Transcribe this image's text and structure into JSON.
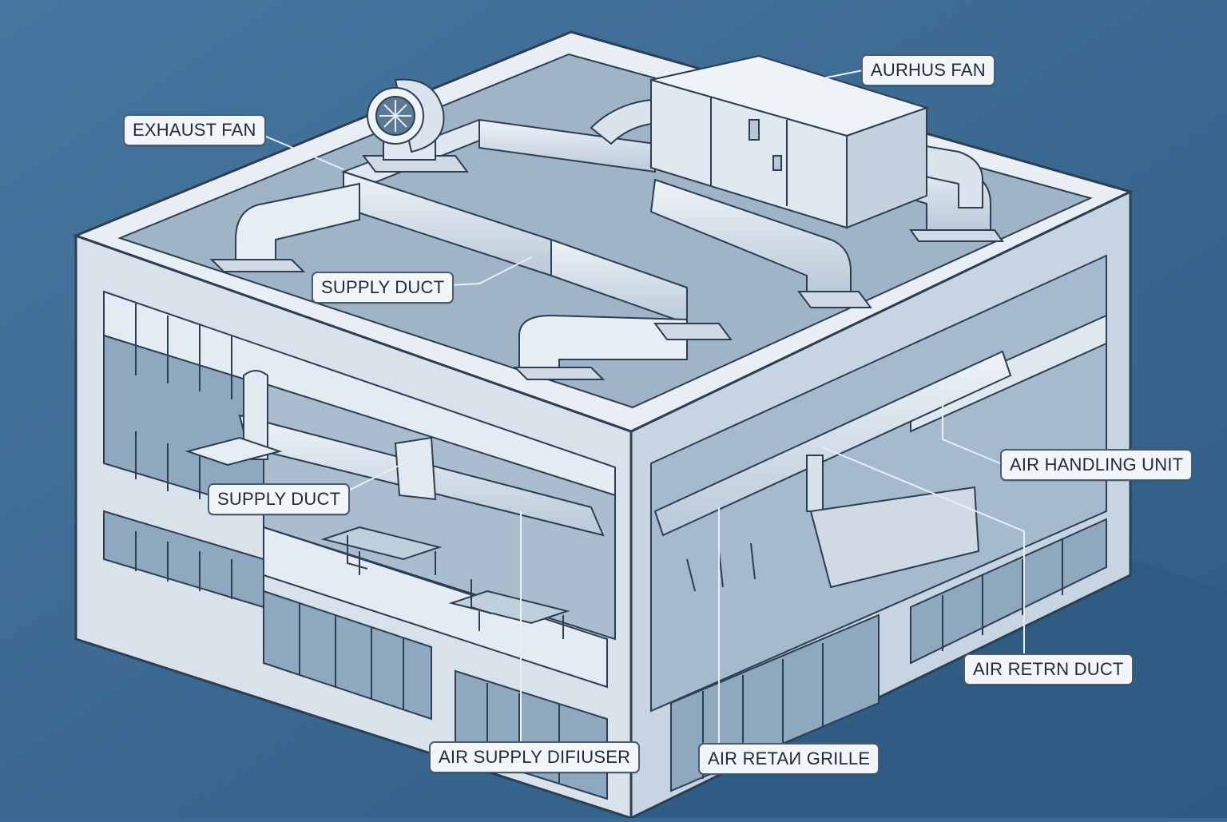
{
  "labels": {
    "aurhus_fan": "AURHUS FAN",
    "exhaust_fan": "EXHAUST FAN",
    "supply_duct_roof": "SUPPLY DUCT",
    "supply_duct_floor": "SUPPLY DUCT",
    "air_handling_unit": "AIR HANDLING UNIT",
    "air_return_duct": "AIR RETRN DUCT",
    "air_supply_diffuser": "AIR SUPPLY DIFIUSER",
    "air_return_grille": "AIR RETAИ GRILLE"
  },
  "colors": {
    "background": "#3b6a94",
    "building_light": "#e4ebf2",
    "building_mid": "#c9d6e2",
    "building_dark": "#8aa3ba",
    "line": "#2c3e52",
    "glass": "#9cb4c9"
  }
}
